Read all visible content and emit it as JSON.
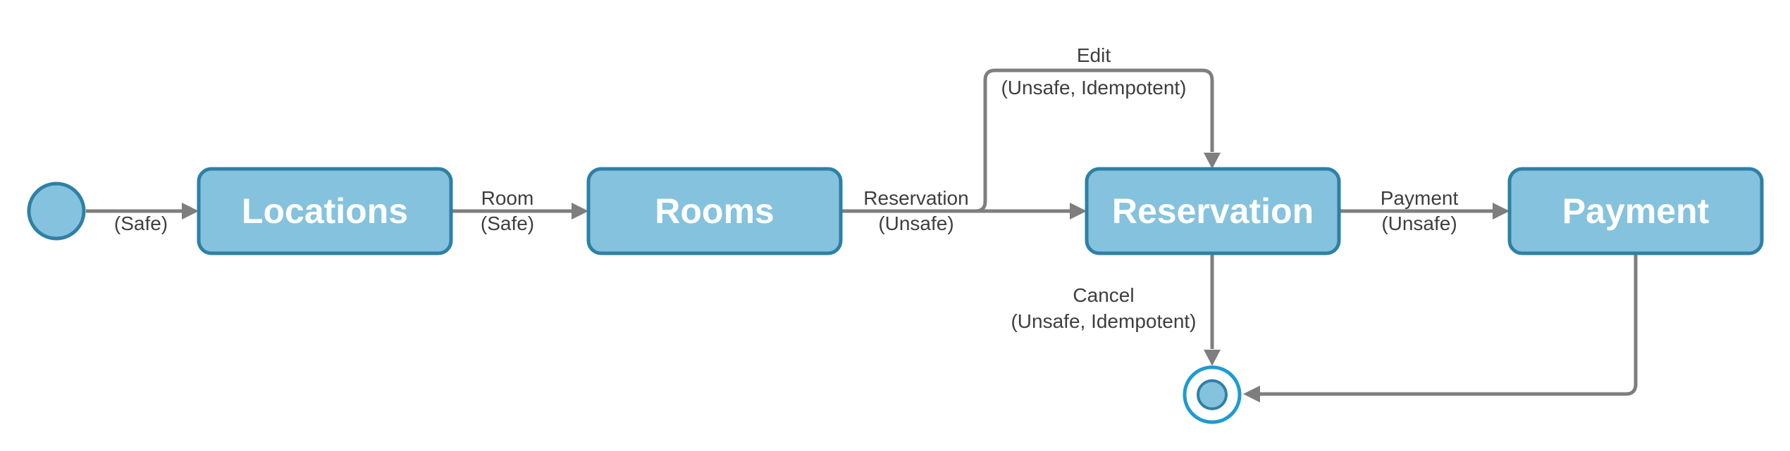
{
  "diagram": {
    "kind": "state-machine-flow",
    "colors": {
      "node_fill": "#85C2DD",
      "node_border": "#2E80A6",
      "final_ring": "#1D9BD2",
      "edge": "#7E7E7E",
      "label_text": "#3E3E3E",
      "node_text": "#FFFFFF",
      "background": "#FFFFFF"
    },
    "nodes": [
      {
        "id": "initial",
        "type": "initial-state",
        "label": ""
      },
      {
        "id": "locations",
        "type": "state",
        "label": "Locations"
      },
      {
        "id": "rooms",
        "type": "state",
        "label": "Rooms"
      },
      {
        "id": "reservation",
        "type": "state",
        "label": "Reservation"
      },
      {
        "id": "payment",
        "type": "state",
        "label": "Payment"
      },
      {
        "id": "final",
        "type": "final-state",
        "label": ""
      }
    ],
    "edges": [
      {
        "from": "initial",
        "to": "locations",
        "label_lines": [
          "(Safe)"
        ]
      },
      {
        "from": "locations",
        "to": "rooms",
        "label_lines": [
          "Room",
          "(Safe)"
        ]
      },
      {
        "from": "rooms",
        "to": "reservation",
        "label_lines": [
          "Reservation",
          "(Unsafe)"
        ]
      },
      {
        "from": "reservation",
        "to": "reservation",
        "label_lines": [
          "Edit",
          "(Unsafe, Idempotent)"
        ]
      },
      {
        "from": "reservation",
        "to": "payment",
        "label_lines": [
          "Payment",
          "(Unsafe)"
        ]
      },
      {
        "from": "reservation",
        "to": "final",
        "label_lines": [
          "Cancel",
          "(Unsafe, Idempotent)"
        ]
      },
      {
        "from": "payment",
        "to": "final",
        "label_lines": []
      }
    ]
  }
}
